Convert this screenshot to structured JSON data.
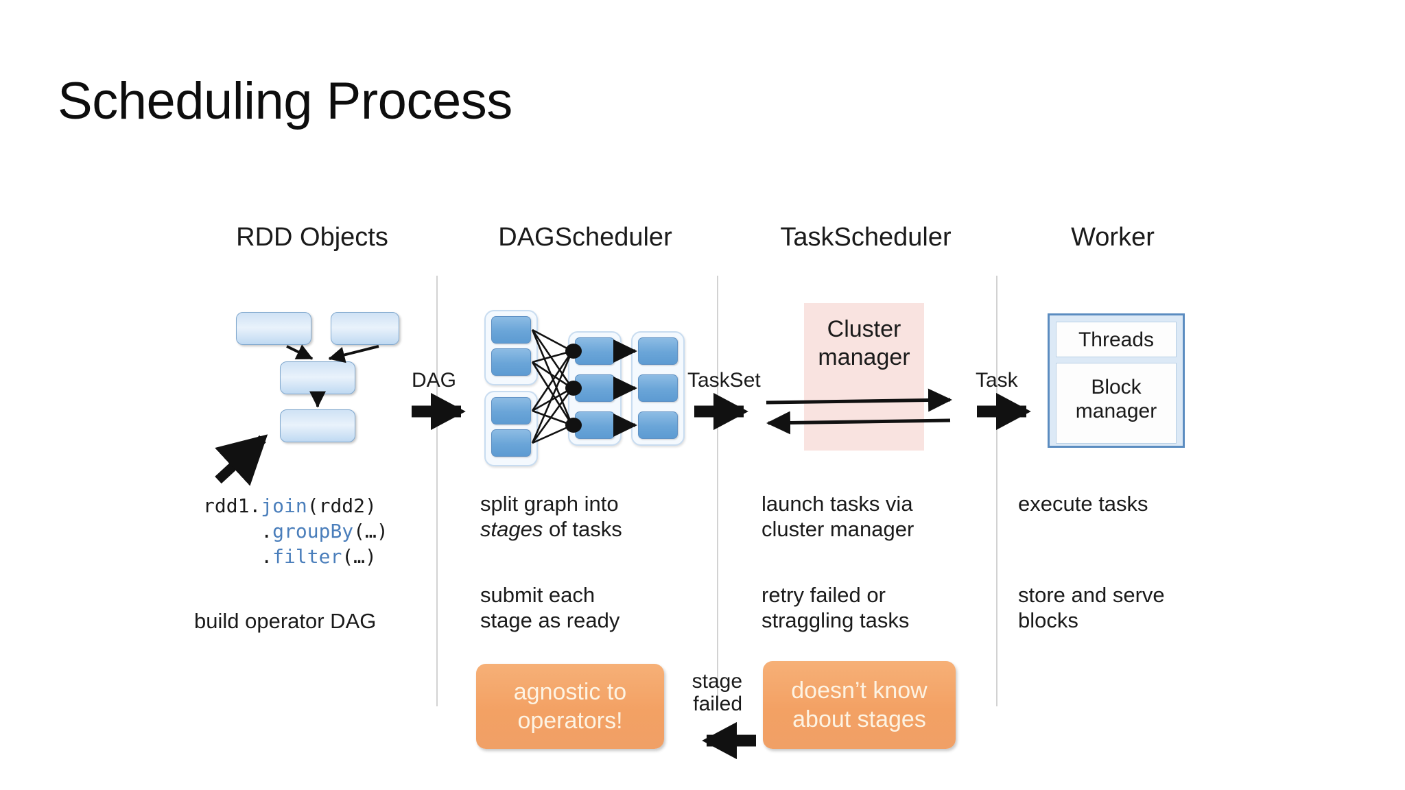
{
  "slide": {
    "title": "Scheduling Process",
    "background": "#ffffff"
  },
  "colors": {
    "orange_badge": "#f3a164",
    "badge_text": "#fdf3e3",
    "cluster_panel": "#f9e3e0",
    "rdd_box_fill": "#cfe2f5",
    "rdd_box_border": "#7fa7cd",
    "task_box_fill": "#6aa5d8",
    "worker_border": "#5b8cc0",
    "worker_fill": "#dce9f6",
    "divider": "#d2d2d2",
    "code_method": "#4a7ebb",
    "text": "#1a1a1a"
  },
  "columns": [
    {
      "id": "rdd-objects",
      "header": "RDD Objects"
    },
    {
      "id": "dag-scheduler",
      "header": "DAGScheduler"
    },
    {
      "id": "task-scheduler",
      "header": "TaskScheduler"
    },
    {
      "id": "worker",
      "header": "Worker"
    }
  ],
  "flow_labels": [
    {
      "id": "dag",
      "text": "DAG"
    },
    {
      "id": "taskset",
      "text": "TaskSet"
    },
    {
      "id": "task",
      "text": "Task"
    },
    {
      "id": "stage-failed",
      "text": "stage\nfailed"
    }
  ],
  "rdd_objects": {
    "code_lines": [
      {
        "plain_prefix": "rdd1.",
        "method": "join",
        "plain_suffix": "(rdd2)"
      },
      {
        "plain_prefix": "     .",
        "method": "groupBy",
        "plain_suffix": "(…)"
      },
      {
        "plain_prefix": "     .",
        "method": "filter",
        "plain_suffix": "(…)"
      }
    ],
    "code_full": "rdd1.join(rdd2)\n     .groupBy(…)\n     .filter(…)",
    "caption": "build operator DAG"
  },
  "dag_scheduler": {
    "caption_1_line_1": "split graph into",
    "caption_1_line_2_italic": "stages",
    "caption_1_line_2_rest": " of tasks",
    "caption_2": "submit each\nstage as ready",
    "badge": "agnostic to\noperators!"
  },
  "task_scheduler": {
    "cluster_manager": "Cluster\nmanager",
    "caption_1": "launch tasks via\ncluster manager",
    "caption_2": "retry failed or\nstraggling tasks",
    "badge": "doesn’t know\nabout stages"
  },
  "worker": {
    "threads": "Threads",
    "block_manager": "Block\nmanager",
    "caption_1": "execute tasks",
    "caption_2": "store and serve\nblocks"
  }
}
